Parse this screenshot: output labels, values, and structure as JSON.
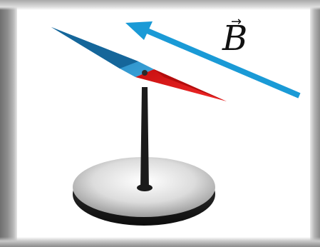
{
  "figure": {
    "field_label": "B",
    "vector_mark": "→"
  },
  "colors": {
    "field_arrow": "#1a9ad6",
    "needle_north": "#1f7fb5",
    "needle_south": "#e01616",
    "pivot": "#222222",
    "base": "#cfcfcf",
    "frame": "#8c8c8c"
  },
  "icons": {
    "field_arrow": "arrow-left-up",
    "compass": "compass-needle"
  }
}
